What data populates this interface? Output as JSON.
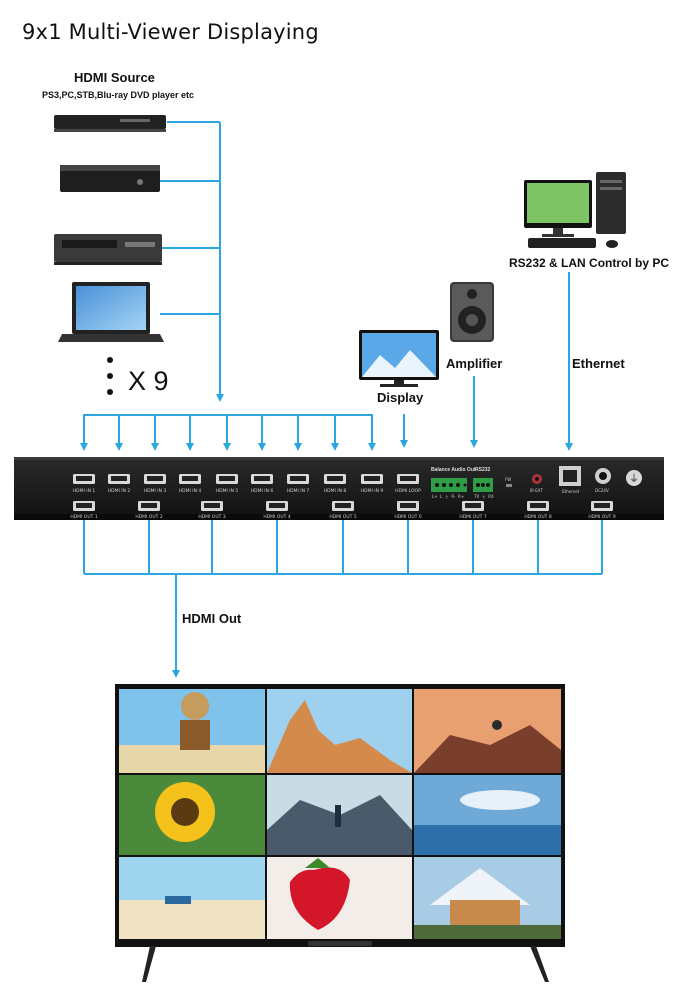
{
  "title": "9x1 Multi-Viewer Displaying",
  "source": {
    "heading": "HDMI Source",
    "subheading": "PS3,PC,STB,Blu-ray DVD player etc",
    "multiplier": "X 9"
  },
  "display_label": "Display",
  "amplifier_label": "Amplifier",
  "pc_label": "RS232 & LAN Control by PC",
  "ethernet_label": "Ethernet",
  "hdmi_out_label": "HDMI Out",
  "device": {
    "inputs": [
      "HDMI IN 1",
      "HDMI IN 2",
      "HDMI IN 3",
      "HDMI IN 4",
      "HDMI IN 5",
      "HDMI IN 6",
      "HDMI IN 7",
      "HDMI IN 8",
      "HDMI IN 9",
      "HDMI LOOP"
    ],
    "outputs": [
      "HDMI OUT 1",
      "HDMI OUT 2",
      "HDMI OUT 3",
      "HDMI OUT 4",
      "HDMI OUT 5",
      "HDMI OUT 6",
      "HDMI OUT 7",
      "HDMI OUT 8",
      "HDMI OUT 9"
    ],
    "audio_header": "Balance Audio Out",
    "audio_pins": "L+  L  ⏚  R-  R+",
    "rs232_header": "RS232",
    "rs232_pins": "TX  ⏚  RX",
    "fw_label": "FW",
    "ir_label": "IR-EXT",
    "ethernet_port": "Ethernet",
    "power_label": "DC24V"
  },
  "colors": {
    "line": "#2aa7de",
    "device": "#1c1c1c"
  }
}
